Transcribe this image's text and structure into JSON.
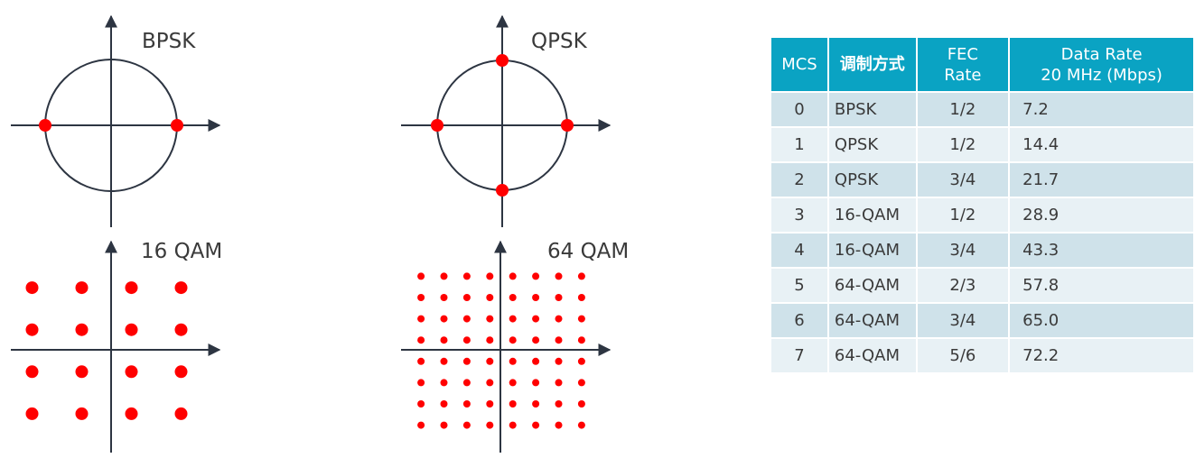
{
  "diagrams": {
    "bpsk": {
      "label": "BPSK",
      "points": [
        [
          -1,
          0
        ],
        [
          1,
          0
        ]
      ]
    },
    "qpsk": {
      "label": "QPSK",
      "points": [
        [
          -1,
          0
        ],
        [
          1,
          0
        ],
        [
          0,
          1
        ],
        [
          0,
          -1
        ]
      ]
    },
    "qam16": {
      "label": "16 QAM",
      "levels": [
        -3,
        -1,
        1,
        3
      ]
    },
    "qam64": {
      "label": "64 QAM",
      "levels": [
        -7,
        -5,
        -3,
        -1,
        1,
        3,
        5,
        7
      ]
    }
  },
  "colors": {
    "point": "#ff0000",
    "axis": "#2d3542",
    "header_bg": "#0aa3c3",
    "row_dark": "#cfe2ea",
    "row_light": "#e8f1f5"
  },
  "table": {
    "headers": {
      "mcs": "MCS",
      "modulation": "调制方式",
      "fec_line1": "FEC",
      "fec_line2": "Rate",
      "rate_line1": "Data Rate",
      "rate_line2": "20 MHz (Mbps)"
    },
    "rows": [
      {
        "mcs": "0",
        "modulation": "BPSK",
        "fec": "1/2",
        "rate": "7.2"
      },
      {
        "mcs": "1",
        "modulation": "QPSK",
        "fec": "1/2",
        "rate": "14.4"
      },
      {
        "mcs": "2",
        "modulation": "QPSK",
        "fec": "3/4",
        "rate": "21.7"
      },
      {
        "mcs": "3",
        "modulation": "16-QAM",
        "fec": "1/2",
        "rate": "28.9"
      },
      {
        "mcs": "4",
        "modulation": "16-QAM",
        "fec": "3/4",
        "rate": "43.3"
      },
      {
        "mcs": "5",
        "modulation": "64-QAM",
        "fec": "2/3",
        "rate": "57.8"
      },
      {
        "mcs": "6",
        "modulation": "64-QAM",
        "fec": "3/4",
        "rate": "65.0"
      },
      {
        "mcs": "7",
        "modulation": "64-QAM",
        "fec": "5/6",
        "rate": "72.2"
      }
    ]
  }
}
